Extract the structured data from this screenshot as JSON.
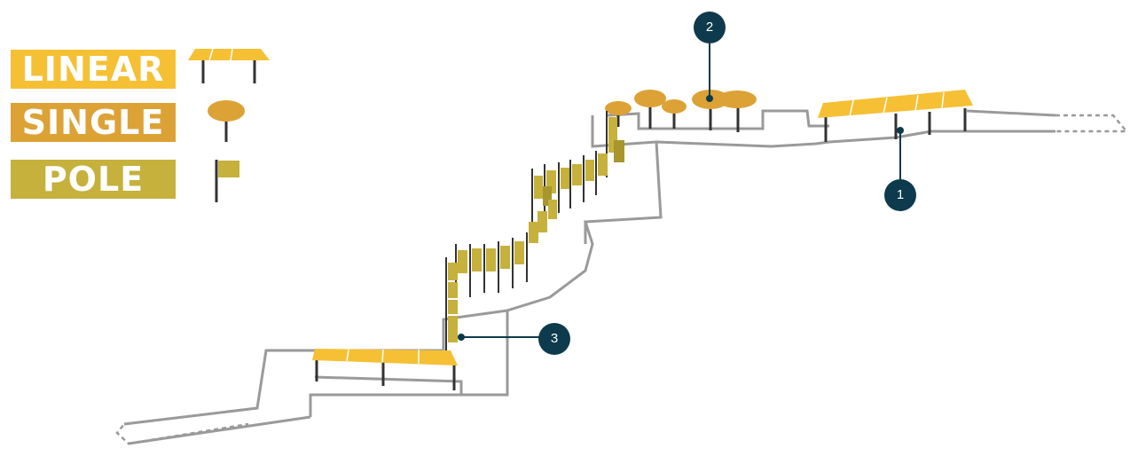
{
  "colors": {
    "linear": "#f5c034",
    "linear_dark": "#e6a91f",
    "single": "#dca235",
    "pole": "#c5b13c",
    "pole_dark": "#a8962c",
    "path": "#999999",
    "post": "#333333",
    "callout": "#0d3a4c"
  },
  "legend": {
    "linear": {
      "label": "LINEAR",
      "icon": "linear-canopy-icon"
    },
    "single": {
      "label": "SINGLE",
      "icon": "single-umbrella-icon"
    },
    "pole": {
      "label": "POLE",
      "icon": "pole-flag-icon"
    }
  },
  "callouts": {
    "one": "1",
    "two": "2",
    "three": "3"
  }
}
